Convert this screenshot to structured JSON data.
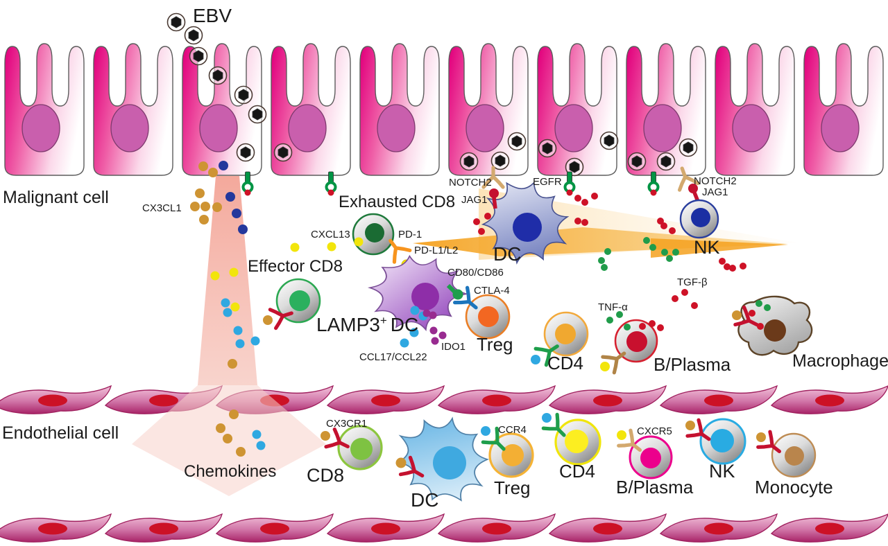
{
  "figure": {
    "ebv": "EBV",
    "malignant_cell": "Malignant cell",
    "endothelial_cell": "Endothelial cell",
    "chemokines": "Chemokines"
  },
  "molecules": {
    "cx3cl1": "CX3CL1",
    "cxcl13": "CXCL13",
    "pd1": "PD-1",
    "pdl1l2": "PD-L1/L2",
    "cd80cd86": "CD80/CD86",
    "ctla4": "CTLA-4",
    "ido1": "IDO1",
    "ccl17ccl22": "CCL17/CCL22",
    "notch2_left": "NOTCH2",
    "jag1_left": "JAG1",
    "egfr": "EGFR",
    "notch2_right": "NOTCH2",
    "jag1_right": "JAG1",
    "tgfb": "TGF-β",
    "tnfa": "TNF-α",
    "cx3cr1": "CX3CR1",
    "ccr4": "CCR4",
    "cxcr5": "CXCR5"
  },
  "cells_top": {
    "exhausted_cd8": {
      "label": "Exhausted CD8",
      "ring": "#1F7A3C",
      "nucleus": "#1A6B33"
    },
    "effector_cd8": {
      "label": "Effector CD8",
      "ring": "#2CA852",
      "nucleus": "#2BB05E"
    },
    "lamp3_dc": {
      "label_base": "LAMP3",
      "label_sup": "+",
      "label_rest": "DC",
      "nucleus": "#8E2EA8"
    },
    "treg": {
      "label": "Treg",
      "ring": "#EA7E26",
      "nucleus": "#F26722"
    },
    "dc": {
      "label": "DC",
      "nucleus": "#1F2DA8"
    },
    "nk": {
      "label": "NK",
      "ring": "#2B3F9E",
      "nucleus": "#1B2FA3"
    },
    "cd4": {
      "label": "CD4",
      "ring": "#F2A93B",
      "nucleus": "#F0A830"
    },
    "b_plasma": {
      "label": "B/Plasma",
      "ring": "#D6202F",
      "nucleus": "#C8102E"
    },
    "macrophage": {
      "label": "Macrophage",
      "nucleus": "#6B3A1A"
    }
  },
  "cells_bottom": {
    "cd8": {
      "label": "CD8",
      "ring": "#8DC63F",
      "nucleus": "#7EC242"
    },
    "dc": {
      "label": "DC",
      "nucleus": "#3FA9E0"
    },
    "treg": {
      "label": "Treg",
      "ring": "#F5B335",
      "nucleus": "#F3AF34"
    },
    "cd4": {
      "label": "CD4",
      "ring": "#F0E50C",
      "nucleus": "#FCEE21"
    },
    "b_plasma": {
      "label": "B/Plasma",
      "ring": "#EC008C",
      "nucleus": "#EC008C"
    },
    "nk": {
      "label": "NK",
      "ring": "#29ABE2",
      "nucleus": "#29ABE2"
    },
    "monocyte": {
      "label": "Monocyte",
      "ring": "#BE8C54",
      "nucleus": "#B9854C"
    }
  },
  "colors": {
    "dot-tan": "#CE9433",
    "dot-navy": "#24389C",
    "dot-yellow": "#F2E50B",
    "dot-cyan": "#2FA8E1",
    "dot-purple": "#982B90",
    "dot-red": "#CE1227",
    "dot-green": "#209C4A",
    "rec-red": "#C4112F",
    "rec-green": "#1E9E4B",
    "rec-orange": "#F7941E",
    "rec-yellow": "#F2E50B",
    "rec-blue": "#1C75BC",
    "rec-tan": "#D3A96E",
    "rec-brown": "#B08447",
    "membrane-green": "#009444",
    "malignant-pink": "#E2017D",
    "endothelial-nucleus": "#CC1126",
    "funnel-pink": "#F3A193",
    "wedge-orange": "#F5A11E",
    "virus-outline": "#4A3A33"
  }
}
